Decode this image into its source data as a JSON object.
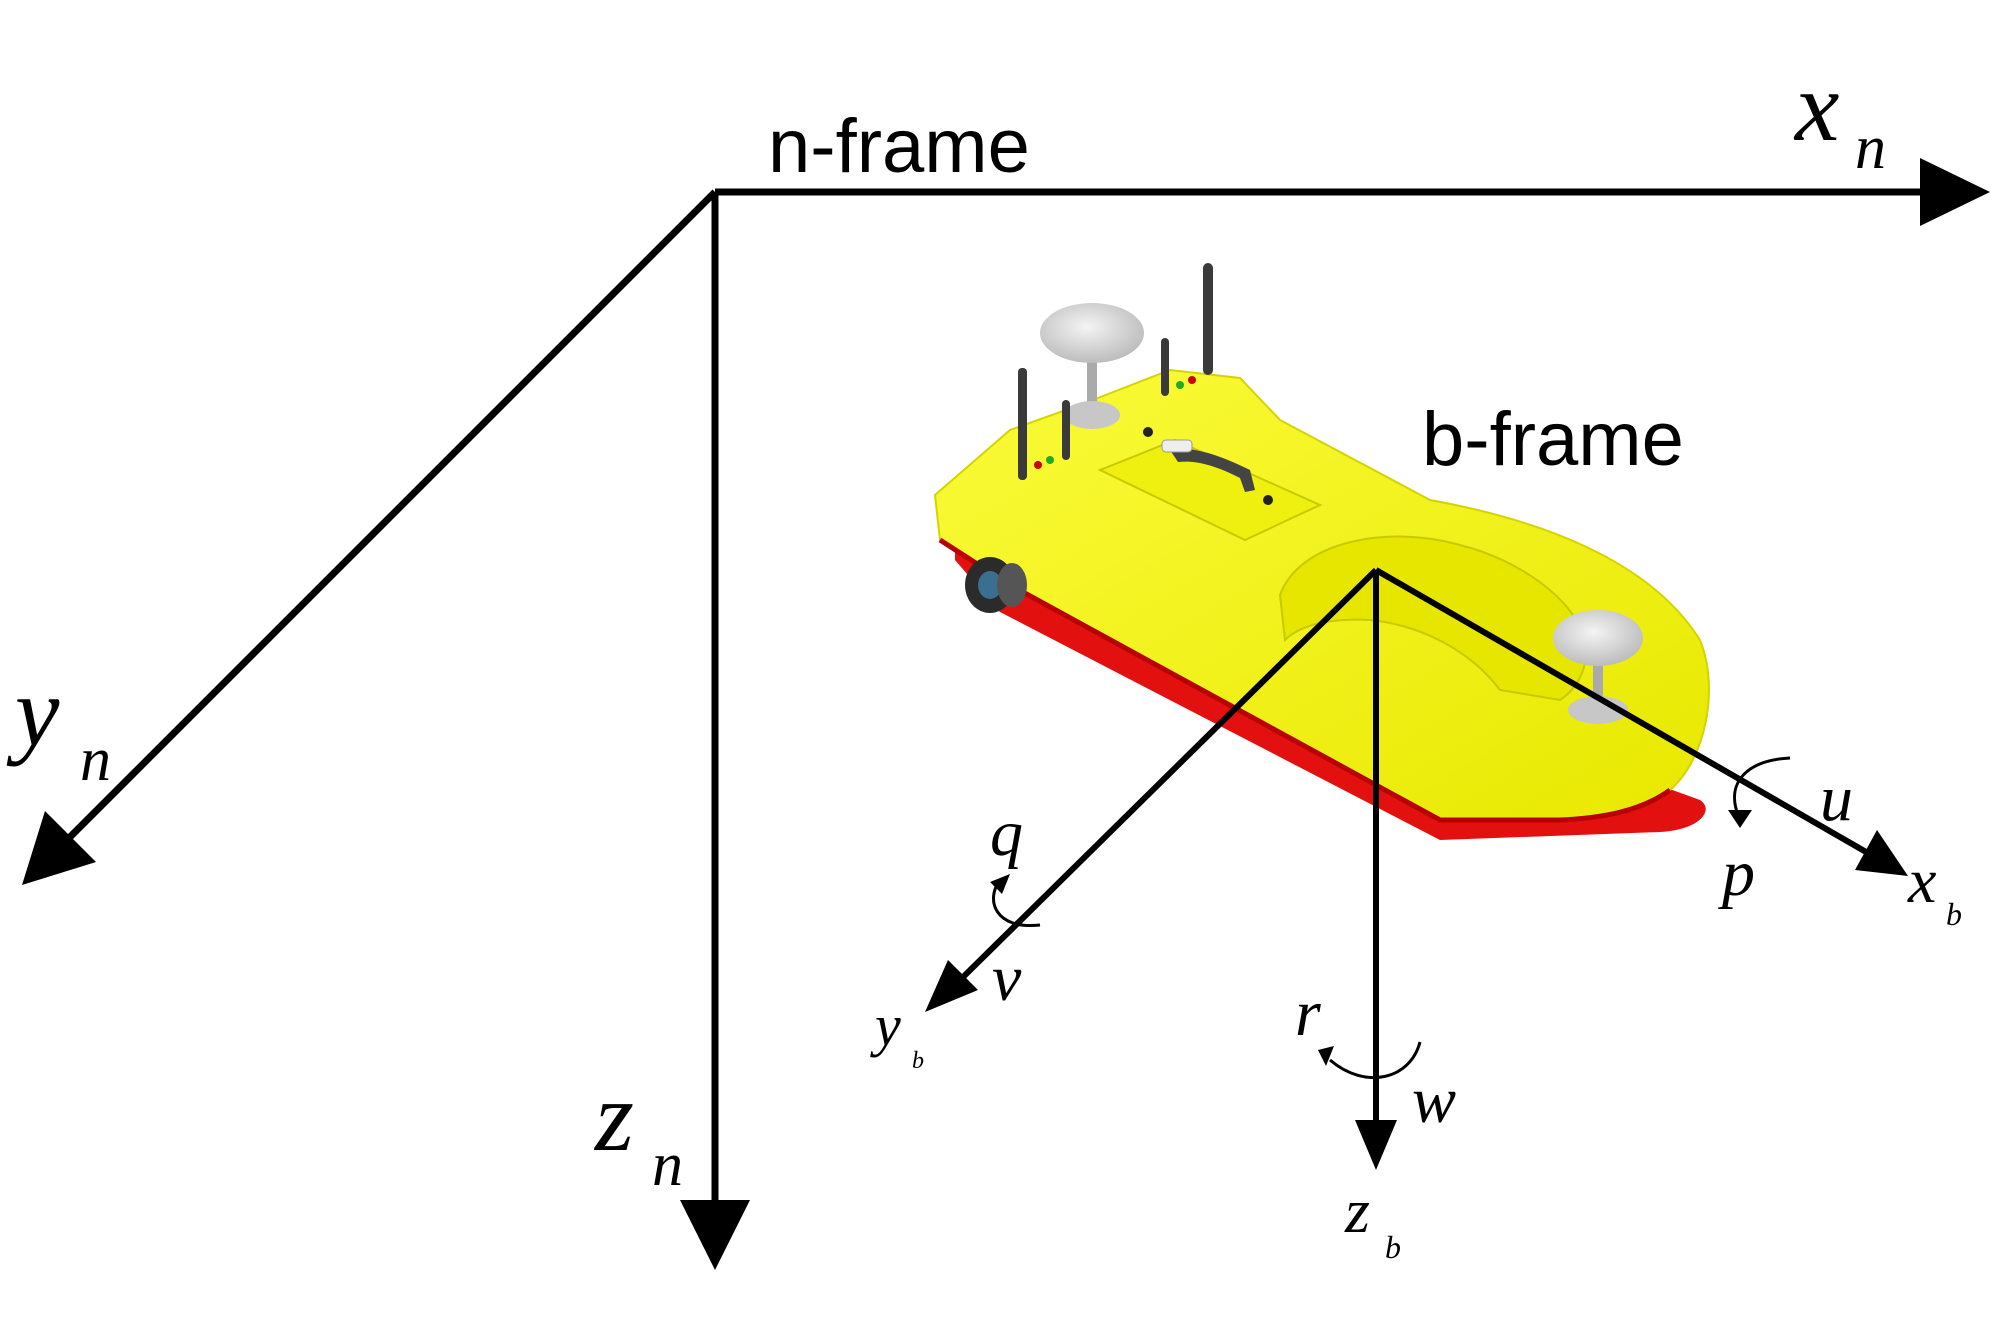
{
  "n_frame": {
    "label": "n-frame",
    "axes": {
      "x": {
        "symbol": "x",
        "subscript": "n"
      },
      "y": {
        "symbol": "y",
        "subscript": "n"
      },
      "z": {
        "symbol": "z",
        "subscript": "n"
      }
    }
  },
  "b_frame": {
    "label": "b-frame",
    "axes": {
      "x": {
        "symbol": "x",
        "subscript": "b"
      },
      "y": {
        "symbol": "y",
        "subscript": "b"
      },
      "z": {
        "symbol": "z",
        "subscript": "b"
      }
    },
    "velocities": {
      "surge": "u",
      "sway": "v",
      "heave": "w"
    },
    "rates": {
      "roll": "p",
      "pitch": "q",
      "yaw": "r"
    }
  },
  "colors": {
    "hull_deck": "#f2f200",
    "hull_bottom": "#e31010",
    "axis": "#000000",
    "antenna": "#3a3a3a",
    "dome": "#d9d9d9"
  }
}
